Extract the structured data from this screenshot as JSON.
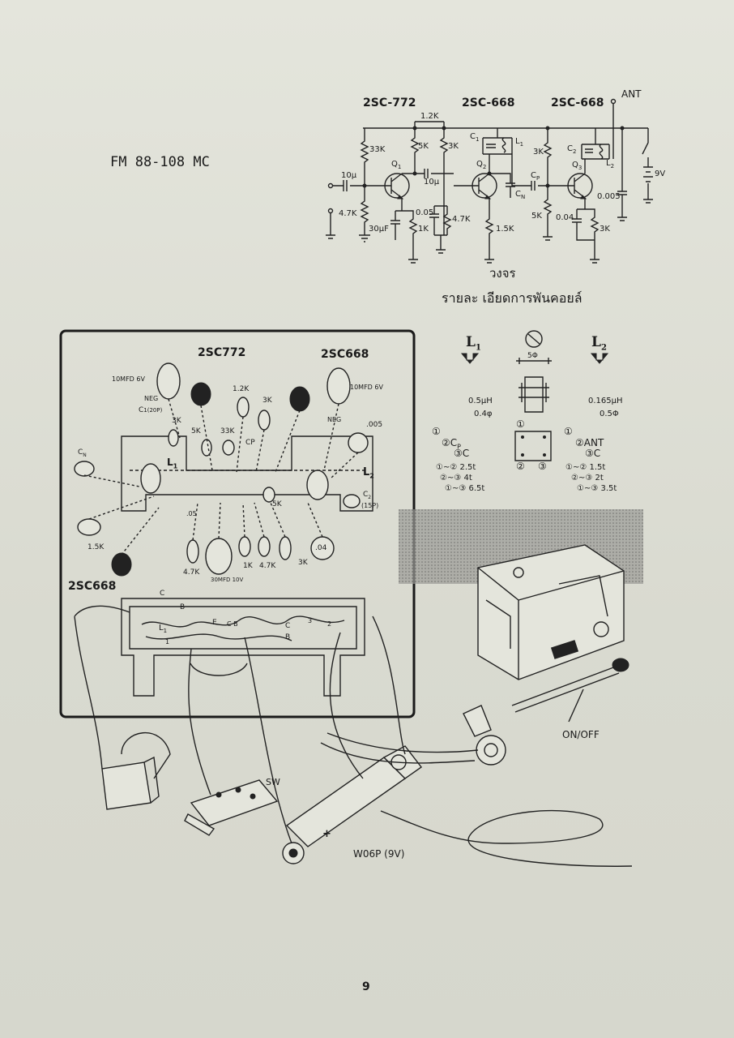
{
  "title": "FM 88-108 MC",
  "schematic": {
    "transistors": [
      "2SC-772",
      "2SC-668",
      "2SC-668"
    ],
    "antenna": "ANT",
    "labels": {
      "r12k": "1.2K",
      "r33k": "33K",
      "r5k_a": "5K",
      "r3k_a": "3K",
      "c10u_in": "10µ",
      "q1": "Q",
      "q1s": "1",
      "c10u_mid": "10µ",
      "c1": "C",
      "c1s": "1",
      "l1": "L",
      "l1s": "1",
      "q2": "Q",
      "q2s": "2",
      "cn": "C",
      "cns": "N",
      "cp": "C",
      "cps": "P",
      "r3k_b": "3K",
      "r5k_b": "5K",
      "c2": "C",
      "c2s": "2",
      "q3": "Q",
      "q3s": "3",
      "l2": "L",
      "l2s": "2",
      "c0005": "0.005",
      "bat": "9V",
      "r47k_a": "4.7K",
      "c30u": "30µF",
      "r1k": "1K",
      "c005": "0.05",
      "r47k_b": "4.7K",
      "r15k": "1.5K",
      "c004": "0.04",
      "r3k_c": "3K"
    },
    "caption": "วงจร"
  },
  "coil": {
    "heading": "รายละ เอียดการพันคอยล์",
    "l1": "L",
    "l1s": "1",
    "l2": "L",
    "l2s": "2",
    "dia": "5Φ",
    "l1_spec": "0.5µH",
    "l1_wire": "0.4φ",
    "l2_spec": "0.165µH",
    "l2_wire": "0.5Φ",
    "l1_p1": "①",
    "l1_p2": "②C",
    "l1_p2s": "P",
    "l1_p3": "③C",
    "l2_p1": "①",
    "l2_p2": "②ANT",
    "l2_p3": "③C",
    "l1_t1": "①~② 2.5t",
    "l1_t2": "②~③ 4t",
    "l1_t3": "①~③ 6.5t",
    "l2_t1": "①~② 1.5t",
    "l2_t2": "②~③ 2t",
    "l2_t3": "①~③ 3.5t",
    "pin1": "①",
    "pin2": "②",
    "pin3": "③"
  },
  "board": {
    "q_top1": "2SC772",
    "q_top2": "2SC668",
    "q_bottom": "2SC668",
    "cap_left": "10MFD 6V",
    "neg_left": "NEG",
    "c1": "C",
    "c1s": "1(20P)",
    "r3k_a": "3K",
    "r5k": "5K",
    "r33k": "33K",
    "r12k": "1.2K",
    "r3k_b": "3K",
    "cp": "CP",
    "cap_right": "10MFD 6V",
    "neg_right": "NEG",
    "c005": ".005",
    "cn": "C",
    "cns": "N",
    "l1": "L",
    "l1s": "1",
    "l2": "L",
    "l2s": "2",
    "c2": "C",
    "c2s": "2",
    "c2v": "(15P)",
    "c05": ".05",
    "sk": "5K",
    "r15k": "1.5K",
    "r47k": "4.7K",
    "c30": "30MFD 10V",
    "r1k": "1K",
    "r47k2": "4.7K",
    "r3k_c": "3K",
    "c04": ".04",
    "pcb_c": "C",
    "pcb_b": "B",
    "pcb_l1": "L",
    "pcb_l1s": "1",
    "pcb_e": "E",
    "pcb_cb": "C B",
    "pcb_c2": "C",
    "pcb_b2": "B",
    "pcb_3": "3",
    "pcb_2": "2",
    "pcb_1": "1"
  },
  "wiring": {
    "sw": "SW",
    "battery": "W06P (9V)",
    "onoff": "ON/OFF",
    "plus": "+"
  },
  "page_number": "9"
}
